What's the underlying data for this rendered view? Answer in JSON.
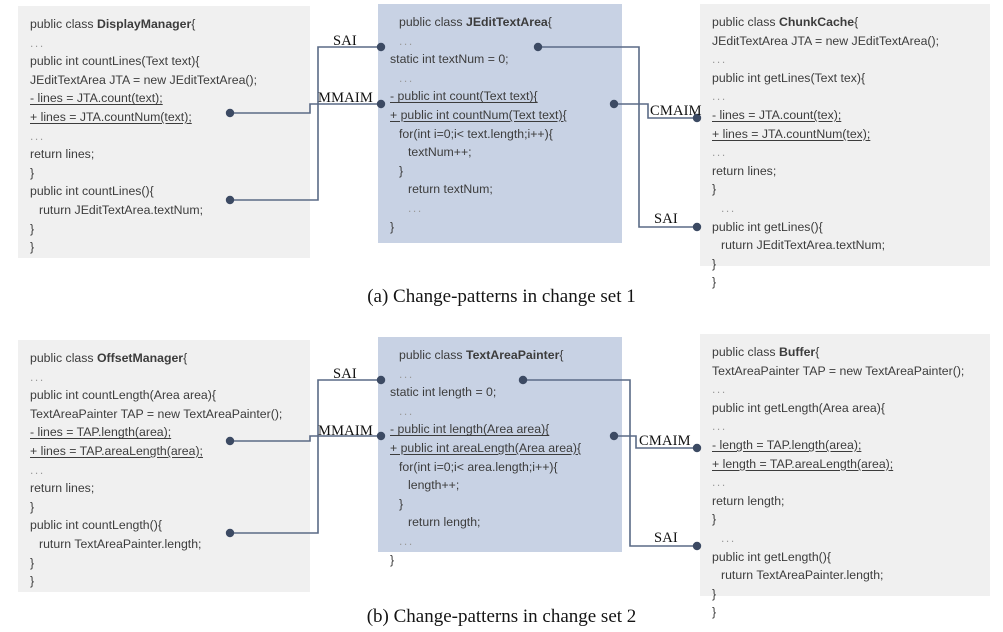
{
  "figure": {
    "captions": {
      "a": "(a)  Change-patterns in change set 1",
      "b": "(b)  Change-patterns in change set 2"
    },
    "colors": {
      "panel_gray": "#f0f0f0",
      "panel_blue": "#c8d2e4",
      "wire": "#5a6a86",
      "node": "#3c4a63",
      "code_text": "#3c3c3c",
      "dots_text": "#9a9a9a",
      "caption_text": "#141414"
    }
  },
  "set1": {
    "left_panel": {
      "class_name": "DisplayManager",
      "header_prefix": "public class ",
      "header_suffix": "{",
      "lines": [
        {
          "text": "...",
          "style": "dots"
        },
        {
          "text": "public int countLines(Text text){",
          "style": "plain"
        },
        {
          "text": "JEditTextArea JTA = new JEditTextArea();",
          "style": "plain"
        },
        {
          "text": "- lines = JTA.count(text);",
          "style": "diff"
        },
        {
          "text": "+ lines = JTA.countNum(text);",
          "style": "diff"
        },
        {
          "text": "...",
          "style": "dots"
        },
        {
          "text": "return lines;",
          "style": "plain"
        },
        {
          "text": "}",
          "style": "plain"
        },
        {
          "text": "public int countLines(){",
          "style": "plain"
        },
        {
          "text": "ruturn JEditTextArea.textNum;",
          "style": "ind1"
        },
        {
          "text": "}",
          "style": "plain"
        },
        {
          "text": "}",
          "style": "plain"
        }
      ]
    },
    "middle_panel": {
      "class_name": "JEditTextArea",
      "header_prefix": "public class ",
      "header_suffix": "{",
      "lines": [
        {
          "text": "...",
          "style": "dots ind1"
        },
        {
          "text": "static int textNum = 0;",
          "style": "plain"
        },
        {
          "text": "...",
          "style": "dots ind1"
        },
        {
          "text": "- public int count(Text text){",
          "style": "diff"
        },
        {
          "text": "+ public int countNum(Text text){",
          "style": "diff"
        },
        {
          "text": "for(int i=0;i< text.length;i++){",
          "style": "ind1"
        },
        {
          "text": "textNum++;",
          "style": "ind2"
        },
        {
          "text": "}",
          "style": "ind1"
        },
        {
          "text": "return textNum;",
          "style": "ind2"
        },
        {
          "text": "...",
          "style": "dots ind2"
        },
        {
          "text": "}",
          "style": "plain"
        }
      ]
    },
    "right_panel": {
      "class_name": "ChunkCache",
      "header_prefix": "public class ",
      "header_suffix": "{",
      "lines": [
        {
          "text": "JEditTextArea JTA = new JEditTextArea();",
          "style": "plain"
        },
        {
          "text": "...",
          "style": "dots"
        },
        {
          "text": "public int getLines(Text tex){",
          "style": "plain"
        },
        {
          "text": "...",
          "style": "dots"
        },
        {
          "text": "- lines = JTA.count(tex);",
          "style": "diff"
        },
        {
          "text": "+ lines = JTA.countNum(tex);",
          "style": "diff"
        },
        {
          "text": "...",
          "style": "dots"
        },
        {
          "text": "return lines;",
          "style": "plain"
        },
        {
          "text": "}",
          "style": "plain"
        },
        {
          "text": "...",
          "style": "dots ind1"
        },
        {
          "text": "public int getLines(){",
          "style": "plain"
        },
        {
          "text": "ruturn JEditTextArea.textNum;",
          "style": "ind1"
        },
        {
          "text": "}",
          "style": "plain"
        },
        {
          "text": "}",
          "style": "plain"
        }
      ]
    },
    "wire_labels": {
      "left_top": "SAI",
      "left_bottom": "MMAIM",
      "right_top": "CMAIM",
      "right_bottom": "SAI"
    }
  },
  "set2": {
    "left_panel": {
      "class_name": "OffsetManager",
      "header_prefix": "public class ",
      "header_suffix": "{",
      "lines": [
        {
          "text": "...",
          "style": "dots"
        },
        {
          "text": "public int countLength(Area area){",
          "style": "plain"
        },
        {
          "text": "TextAreaPainter TAP = new TextAreaPainter();",
          "style": "plain"
        },
        {
          "text": "- lines = TAP.length(area);",
          "style": "diff"
        },
        {
          "text": "+ lines = TAP.areaLength(area);",
          "style": "diff"
        },
        {
          "text": "...",
          "style": "dots"
        },
        {
          "text": "return lines;",
          "style": "plain"
        },
        {
          "text": "}",
          "style": "plain"
        },
        {
          "text": "public int countLength(){",
          "style": "plain"
        },
        {
          "text": "ruturn TextAreaPainter.length;",
          "style": "ind1"
        },
        {
          "text": "}",
          "style": "plain"
        },
        {
          "text": "}",
          "style": "plain"
        }
      ]
    },
    "middle_panel": {
      "class_name": "TextAreaPainter",
      "header_prefix": "public class ",
      "header_suffix": "{",
      "lines": [
        {
          "text": "...",
          "style": "dots ind1"
        },
        {
          "text": "static int length = 0;",
          "style": "plain"
        },
        {
          "text": "...",
          "style": "dots ind1"
        },
        {
          "text": "- public int length(Area area){",
          "style": "diff"
        },
        {
          "text": "+ public int areaLength(Area area){",
          "style": "diff"
        },
        {
          "text": "for(int i=0;i< area.length;i++){",
          "style": "ind1"
        },
        {
          "text": "length++;",
          "style": "ind2"
        },
        {
          "text": "}",
          "style": "ind1"
        },
        {
          "text": "return length;",
          "style": "ind2"
        },
        {
          "text": "...",
          "style": "dots ind1"
        },
        {
          "text": "}",
          "style": "plain"
        }
      ]
    },
    "right_panel": {
      "class_name": "Buffer",
      "header_prefix": "public class ",
      "header_suffix": "{",
      "lines": [
        {
          "text": "TextAreaPainter TAP = new TextAreaPainter();",
          "style": "plain"
        },
        {
          "text": "...",
          "style": "dots"
        },
        {
          "text": "public int getLength(Area area){",
          "style": "plain"
        },
        {
          "text": "...",
          "style": "dots"
        },
        {
          "text": "- length = TAP.length(area);",
          "style": "diff"
        },
        {
          "text": "+ length = TAP.areaLength(area);",
          "style": "diff"
        },
        {
          "text": "...",
          "style": "dots"
        },
        {
          "text": "return length;",
          "style": "plain"
        },
        {
          "text": "}",
          "style": "plain"
        },
        {
          "text": "...",
          "style": "dots ind1"
        },
        {
          "text": "public int getLength(){",
          "style": "plain"
        },
        {
          "text": "ruturn TextAreaPainter.length;",
          "style": "ind1"
        },
        {
          "text": "}",
          "style": "plain"
        },
        {
          "text": "}",
          "style": "plain"
        }
      ]
    },
    "wire_labels": {
      "left_top": "SAI",
      "left_bottom": "MMAIM",
      "right_top": "CMAIM",
      "right_bottom": "SAI"
    }
  }
}
